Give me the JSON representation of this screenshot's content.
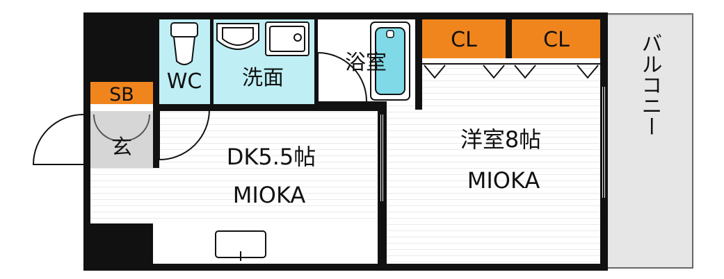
{
  "rooms": {
    "wc": "WC",
    "washroom": "洗面",
    "bathroom": "浴室",
    "closet_1": "CL",
    "closet_2": "CL",
    "shoe_box": "SB",
    "entrance": "玄",
    "dk_room": "DK5.5帖",
    "dk_watermark": "MIOKA",
    "western_room": "洋室8帖",
    "western_watermark": "MIOKA",
    "balcony": "バルコニー"
  },
  "colors": {
    "wall": "#111111",
    "water_area": "#bfeff5",
    "closet": "#f0851e",
    "entrance_floor": "#d6d6d6",
    "balcony_floor": "#e6e6e6",
    "floor_stripe": "#e9e9e9",
    "fixture_blue": "#7fd9e6"
  },
  "icons": [
    "toilet-icon",
    "sink-icon",
    "washing-machine-pan-icon",
    "bathtub-icon",
    "kitchen-sink-icon"
  ]
}
